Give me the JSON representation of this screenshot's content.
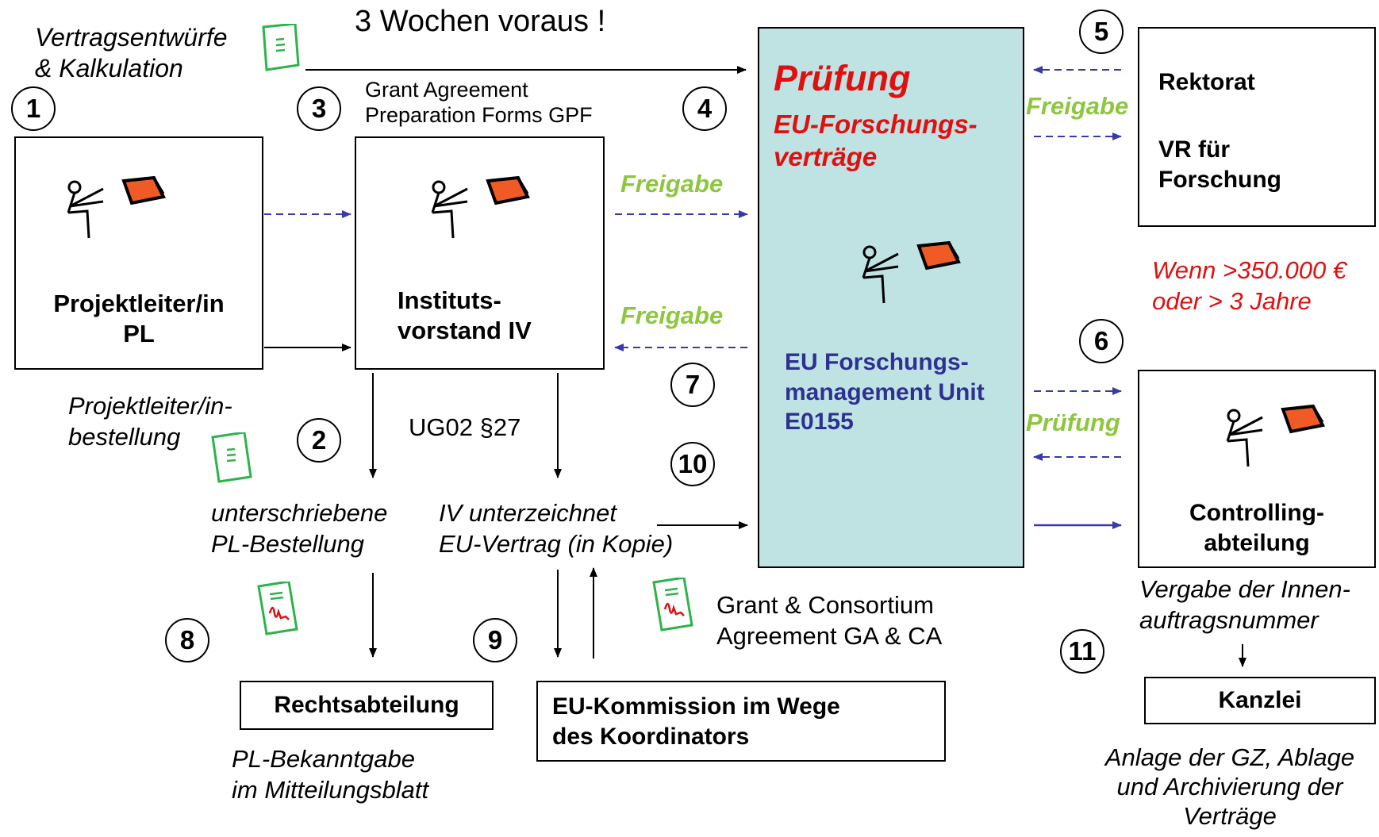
{
  "colors": {
    "box_fill_main": "#bfe3e3",
    "arrow_blue": "#3a3aa6",
    "label_green": "#8dc63f",
    "title_red": "#e01010",
    "unit_blue": "#2e3092",
    "screen_orange": "#f05a24"
  },
  "header": {
    "text": "3 Wochen voraus !"
  },
  "notes": {
    "vertragsentwuerfe": [
      "Vertragsentwürfe",
      "& Kalkulation"
    ],
    "gap": [
      "Grant Agreement",
      "Preparation Forms GPF"
    ],
    "pl_bestellung_top": [
      "Projektleiter/in-",
      "bestellung"
    ],
    "ug": "UG02 §27",
    "unterschriebene": [
      "unterschriebene",
      "PL-Bestellung"
    ],
    "iv_unterzeichnet": [
      "IV unterzeichnet",
      "EU-Vertrag (in Kopie)"
    ],
    "grant_consortium": [
      "Grant & Consortium",
      "Agreement GA & CA"
    ],
    "pl_bekanntgabe": [
      "PL-Bekanntgabe",
      "im Mitteilungsblatt"
    ],
    "wenn": [
      "Wenn >350.000 €",
      "oder  >  3 Jahre"
    ],
    "vergabe": [
      "Vergabe der Innen-",
      "auftragsnummer"
    ],
    "anlage": [
      "Anlage der GZ, Ablage",
      "und Archivierung der",
      "Verträge"
    ]
  },
  "boxes": {
    "projektleiter": [
      "Projektleiter/in",
      "PL"
    ],
    "institutsvorstand": [
      "Instituts-",
      "vorstand IV"
    ],
    "pruefung": {
      "title": "Prüfung",
      "subtitle": [
        "EU-Forschungs-",
        "verträge"
      ],
      "unit": [
        "EU Forschungs-",
        "management Unit",
        "E0155"
      ]
    },
    "rektorat": [
      "Rektorat",
      "VR  für",
      "Forschung"
    ],
    "controlling": [
      "Controlling-",
      "abteilung"
    ],
    "rechtsabteilung": "Rechtsabteilung",
    "eu_kommission": [
      "EU-Kommission im Wege",
      "des Koordinators"
    ],
    "kanzlei": "Kanzlei"
  },
  "arrow_labels": {
    "freigabe_1": "Freigabe",
    "freigabe_2": "Freigabe",
    "freigabe_rektorat": "Freigabe",
    "pruefung_controlling": "Prüfung"
  },
  "steps": [
    "1",
    "2",
    "3",
    "4",
    "5",
    "6",
    "7",
    "8",
    "9",
    "10",
    "11"
  ],
  "icons": [
    "document-icon",
    "signed-document-icon",
    "person-at-computer-icon"
  ]
}
